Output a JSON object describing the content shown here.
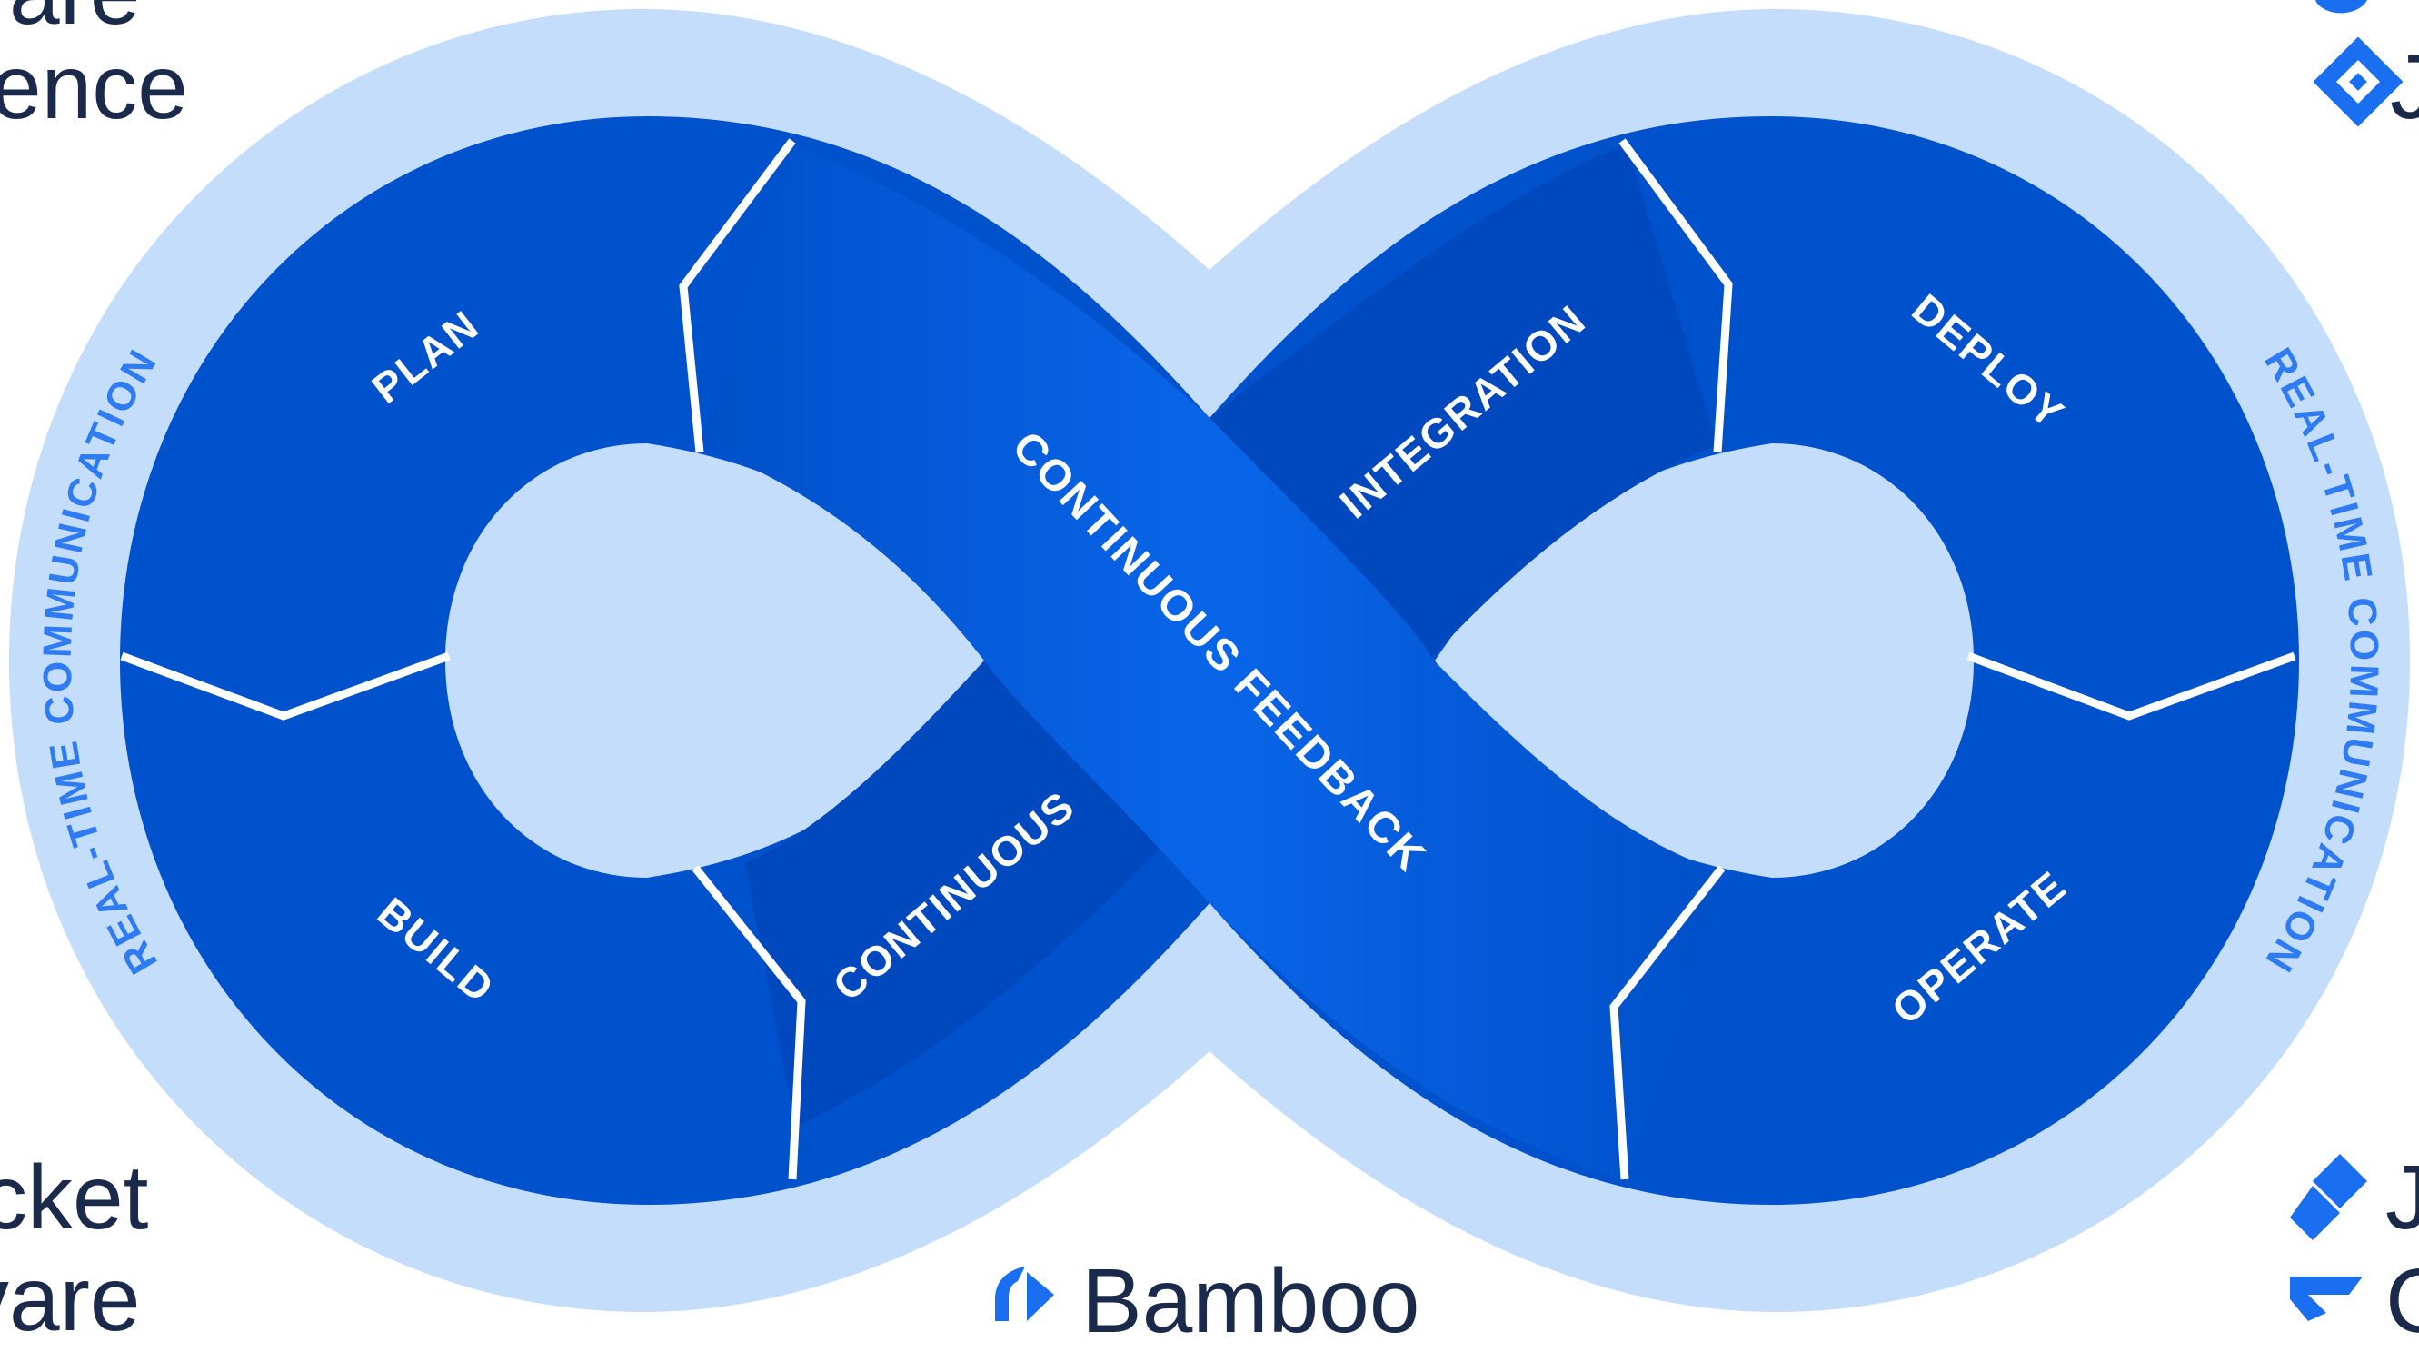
{
  "diagram": {
    "stages": {
      "plan": "PLAN",
      "build": "BUILD",
      "continuous": "CONTINUOUS",
      "integration": "INTEGRATION",
      "deploy": "DEPLOY",
      "operate": "OPERATE",
      "feedback": "CONTINUOUS FEEDBACK"
    },
    "outer_left": "REAL-TIME COMMUNICATION",
    "outer_right": "REAL-TIME COMMUNICATION"
  },
  "edge_text": {
    "top_left_1": "vare",
    "top_left_2": "ence",
    "bottom_left_1": "cket",
    "bottom_left_2": "vare",
    "bottom_center": "Bamboo",
    "top_right_1": "J",
    "bottom_right_1": "J",
    "bottom_right_2": "C"
  },
  "colors": {
    "outer_ring": "#c4ddfb",
    "segment_dark": "#0052cc",
    "band_light": "#0965e8",
    "band_dark": "#0048be",
    "divider": "#ffffff",
    "arc_text": "#2f7cf2",
    "edge_text": "#1b2a4a"
  }
}
